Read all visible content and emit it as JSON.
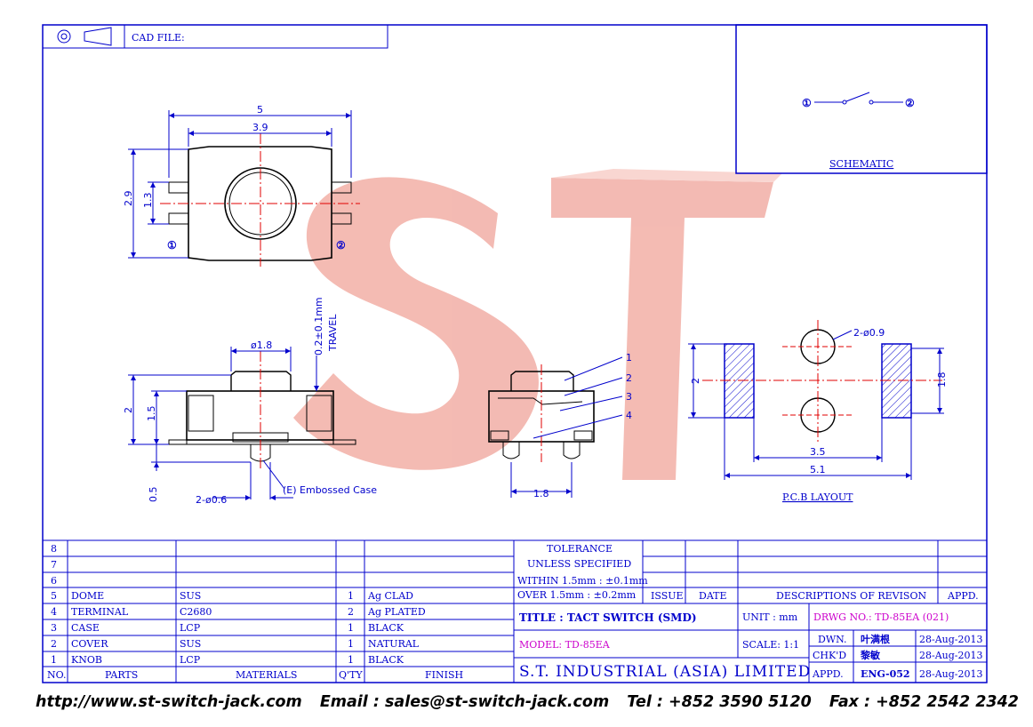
{
  "header": {
    "cad_file_label": "CAD FILE:"
  },
  "watermark": {
    "text": "ST"
  },
  "schematic": {
    "label": "SCHEMATIC",
    "pin1": "①",
    "pin2": "②"
  },
  "top_view": {
    "dim_5": "5",
    "dim_3_9": "3.9",
    "dim_2_9": "2.9",
    "dim_1_3": "1.3",
    "pin1": "①",
    "pin2": "②"
  },
  "side_view": {
    "dim_phi_1_8": "ø1.8",
    "dim_travel": "0.2±0.1mm",
    "travel_label": "TRAVEL",
    "dim_2": "2",
    "dim_1_5": "1.5",
    "dim_0_5": "0.5",
    "dim_2_phi_0_6": "2-ø0.6",
    "embossed_label": "(E) Embossed Case"
  },
  "section_view": {
    "callouts": [
      "1",
      "2",
      "3",
      "4"
    ],
    "dim_1_8": "1.8"
  },
  "pcb_layout": {
    "label": "P.C.B LAYOUT",
    "dim_2_phi_0_9": "2-ø0.9",
    "dim_2": "2",
    "dim_1_8": "1.8",
    "dim_3_5": "3.5",
    "dim_5_1": "5.1"
  },
  "bom": {
    "rows": [
      {
        "no": "8",
        "part": "",
        "material": "",
        "qty": "",
        "finish": ""
      },
      {
        "no": "7",
        "part": "",
        "material": "",
        "qty": "",
        "finish": ""
      },
      {
        "no": "6",
        "part": "",
        "material": "",
        "qty": "",
        "finish": ""
      },
      {
        "no": "5",
        "part": "DOME",
        "material": "SUS",
        "qty": "1",
        "finish": "Ag CLAD"
      },
      {
        "no": "4",
        "part": "TERMINAL",
        "material": "C2680",
        "qty": "2",
        "finish": "Ag PLATED"
      },
      {
        "no": "3",
        "part": "CASE",
        "material": "LCP",
        "qty": "1",
        "finish": "BLACK"
      },
      {
        "no": "2",
        "part": "COVER",
        "material": "SUS",
        "qty": "1",
        "finish": "NATURAL"
      },
      {
        "no": "1",
        "part": "KNOB",
        "material": "LCP",
        "qty": "1",
        "finish": "BLACK"
      }
    ],
    "headers": {
      "no": "NO.",
      "part": "PARTS",
      "material": "MATERIALS",
      "qty": "Q'TY",
      "finish": "FINISH"
    }
  },
  "title_block": {
    "tolerance": "TOLERANCE",
    "unless": "UNLESS SPECIFIED",
    "within": "WITHIN 1.5mm : ±0.1mm",
    "over": "OVER 1.5mm : ±0.2mm",
    "issue": "ISSUE",
    "date": "DATE",
    "descriptions": "DESCRIPTIONS OF REVISON",
    "appd": "APPD.",
    "title": "TITLE : TACT SWITCH (SMD)",
    "unit_label": "UNIT : mm",
    "drwg_no": "DRWG NO.: TD-85EA (021)",
    "model": "MODEL: TD-85EA",
    "scale": "SCALE: 1:1",
    "dwn_label": "DWN.",
    "dwn_name": "叶满根",
    "dwn_date": "28-Aug-2013",
    "chkd_label": "CHK'D",
    "chkd_name": "黎敏",
    "chkd_date": "28-Aug-2013",
    "appd_label": "APPD.",
    "appd_name": "ENG-052",
    "appd_date": "28-Aug-2013",
    "company": "S.T. INDUSTRIAL (ASIA) LIMITED"
  },
  "footer": {
    "web": "http://www.st-switch-jack.com",
    "email": "Email : sales@st-switch-jack.com",
    "tel": "Tel : +852 3590 5120",
    "fax": "Fax : +852 2542 2342"
  },
  "colors": {
    "line": "#0000cc",
    "watermark": "#f0a49a",
    "magenta": "#cc00cc",
    "centerline": "#e00000"
  }
}
